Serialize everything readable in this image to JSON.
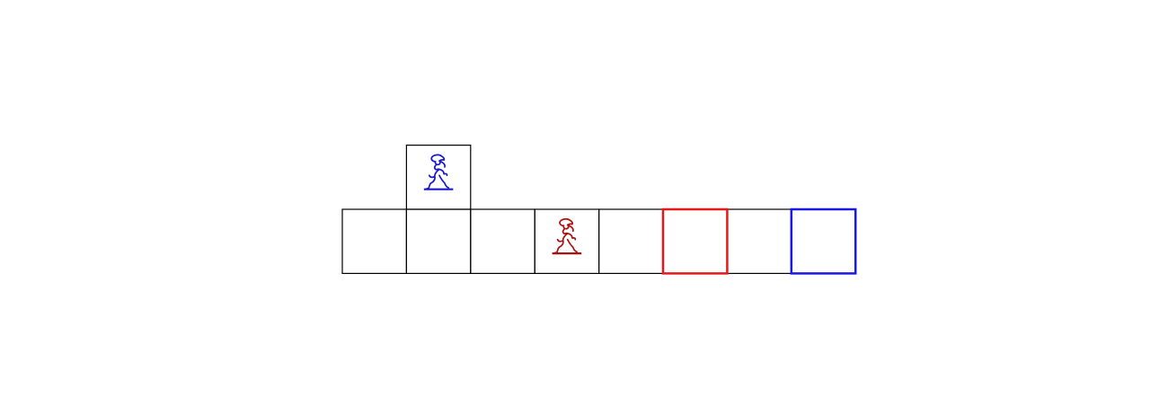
{
  "board": {
    "columns": 8,
    "rows": 2,
    "cells": [
      {
        "col": 0,
        "row": 0,
        "role": "path"
      },
      {
        "col": 1,
        "row": 0,
        "role": "path"
      },
      {
        "col": 2,
        "row": 0,
        "role": "path"
      },
      {
        "col": 3,
        "row": 0,
        "role": "path"
      },
      {
        "col": 4,
        "row": 0,
        "role": "path"
      },
      {
        "col": 5,
        "row": 0,
        "role": "goal-red"
      },
      {
        "col": 6,
        "row": 0,
        "role": "path"
      },
      {
        "col": 7,
        "row": 0,
        "role": "goal-blue"
      },
      {
        "col": 1,
        "row": 1,
        "role": "path"
      }
    ],
    "agents": [
      {
        "id": "blue-agent",
        "col": 1,
        "row": 1,
        "color": "#1a1acc",
        "icon": "running-figure-icon"
      },
      {
        "id": "red-agent",
        "col": 3,
        "row": 0,
        "color": "#aa1111",
        "icon": "running-figure-icon"
      }
    ]
  },
  "colors": {
    "grid_line": "#000000",
    "goal_red": "#e61919",
    "goal_blue": "#1919e6",
    "background": "#ffffff"
  }
}
